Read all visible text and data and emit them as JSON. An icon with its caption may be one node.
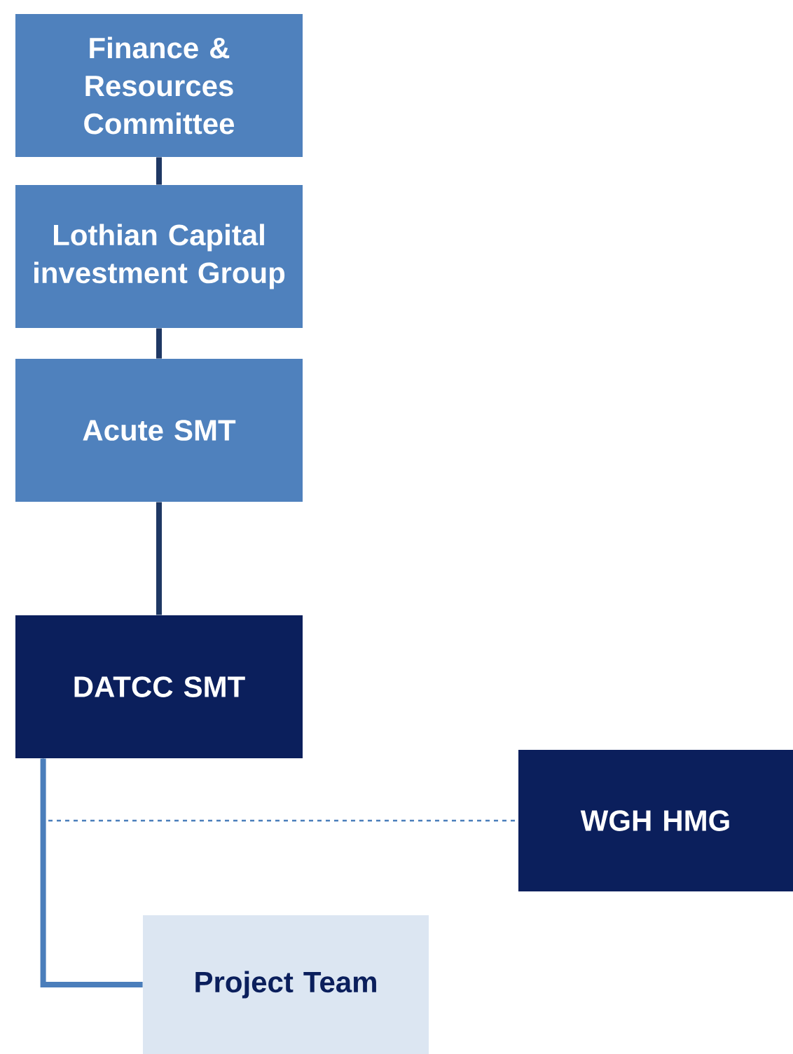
{
  "diagram": {
    "nodes": [
      {
        "text": [
          "Finance & Resources Committee"
        ]
      },
      {
        "text": [
          "Lothian Capital investment Group"
        ]
      },
      {
        "text": [
          "Acute SMT"
        ]
      },
      {
        "text": [
          "DATCC SMT"
        ]
      },
      {
        "text": [
          "WGH HMG"
        ]
      },
      {
        "text": [
          "Project Team"
        ]
      }
    ],
    "edges": [
      {
        "from": 0,
        "to": 1,
        "arrow": "none"
      },
      {
        "from": 1,
        "to": 2,
        "arrow": "none"
      },
      {
        "from": 2,
        "to": 3,
        "arrow": "none"
      },
      {
        "from": 3,
        "to": 4,
        "arrow": "none",
        "style": "dashed",
        "color": "#4a7ebb"
      },
      {
        "from": 3,
        "to": 5,
        "arrow": "none",
        "color": "#4a7ebb"
      }
    ]
  }
}
